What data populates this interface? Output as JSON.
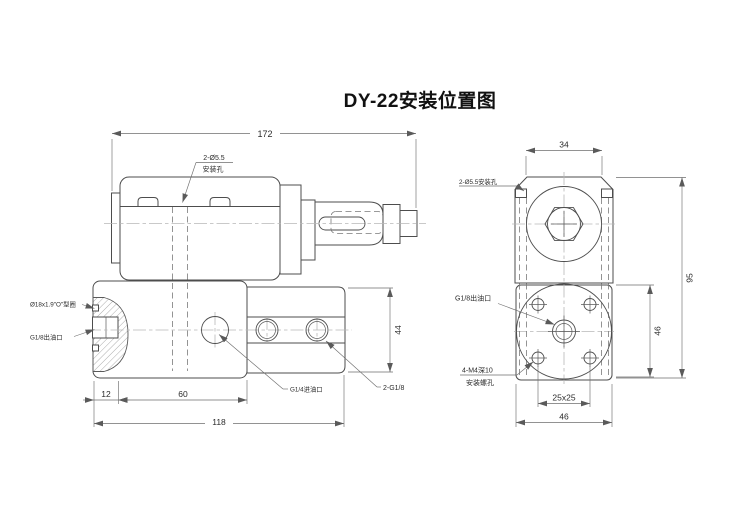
{
  "title": "DY-22安装位置图",
  "side_view": {
    "dims": {
      "total_width": "172",
      "port_depth": "12",
      "inlet_offset": "60",
      "body_length": "118",
      "body_height": "44"
    },
    "labels": {
      "mount_holes_line1": "2-Ø5.5",
      "mount_holes_line2": "安装孔",
      "oring": "Ø18x1.9\"O\"型圈",
      "outlet": "G1/8出油口",
      "inlet": "G1/4进油口",
      "side_ports": "2-G1/8"
    }
  },
  "front_view": {
    "dims": {
      "coil_width": "34",
      "total_height": "95",
      "block_height": "46",
      "hole_spacing": "25x25",
      "block_width": "46"
    },
    "labels": {
      "mount_holes": "2-Ø5.5安装孔",
      "outlet": "G1/8出油口",
      "screws_line1": "4-M4深10",
      "screws_line2": "安装螺孔"
    }
  },
  "colors": {
    "background": "#ffffff",
    "outline": "#4d4d4d",
    "dimension": "#6e6e6e",
    "centerline": "#b8b8b8",
    "text": "#2b2b2b"
  }
}
